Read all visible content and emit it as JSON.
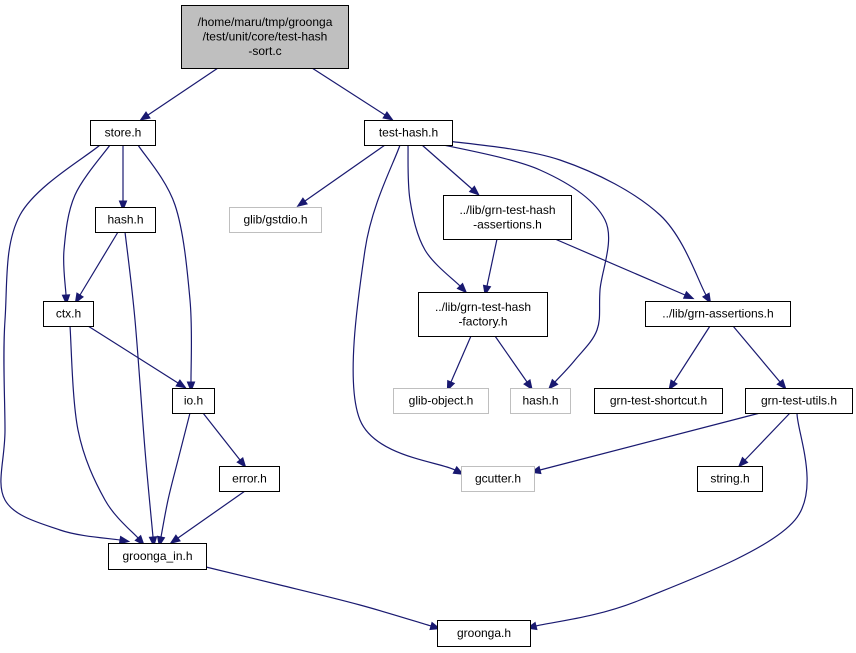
{
  "colors": {
    "background": "#ffffff",
    "edge": "#191970",
    "root_fill": "#bfbfbf",
    "node_border": "#000000",
    "external_border": "#bfbfbf",
    "text": "#000000"
  },
  "nodes": {
    "root": {
      "lines": [
        "/home/maru/tmp/groonga",
        "/test/unit/core/test-hash",
        "-sort.c"
      ],
      "style": "root"
    },
    "store_h": {
      "lines": [
        "store.h"
      ],
      "style": "normal"
    },
    "test_hash_h": {
      "lines": [
        "test-hash.h"
      ],
      "style": "normal"
    },
    "hash_h_left": {
      "lines": [
        "hash.h"
      ],
      "style": "normal"
    },
    "glib_gstdio_h": {
      "lines": [
        "glib/gstdio.h"
      ],
      "style": "external"
    },
    "grn_test_hash_assertions_h": {
      "lines": [
        "../lib/grn-test-hash",
        "-assertions.h"
      ],
      "style": "normal"
    },
    "ctx_h": {
      "lines": [
        "ctx.h"
      ],
      "style": "normal"
    },
    "grn_test_hash_factory_h": {
      "lines": [
        "../lib/grn-test-hash",
        "-factory.h"
      ],
      "style": "normal"
    },
    "grn_assertions_h": {
      "lines": [
        "../lib/grn-assertions.h"
      ],
      "style": "normal"
    },
    "io_h": {
      "lines": [
        "io.h"
      ],
      "style": "normal"
    },
    "glib_object_h": {
      "lines": [
        "glib-object.h"
      ],
      "style": "external"
    },
    "hash_h_right": {
      "lines": [
        "hash.h"
      ],
      "style": "external"
    },
    "grn_test_shortcut_h": {
      "lines": [
        "grn-test-shortcut.h"
      ],
      "style": "normal"
    },
    "grn_test_utils_h": {
      "lines": [
        "grn-test-utils.h"
      ],
      "style": "normal"
    },
    "error_h": {
      "lines": [
        "error.h"
      ],
      "style": "normal"
    },
    "gcutter_h": {
      "lines": [
        "gcutter.h"
      ],
      "style": "external"
    },
    "string_h": {
      "lines": [
        "string.h"
      ],
      "style": "normal"
    },
    "groonga_in_h": {
      "lines": [
        "groonga_in.h"
      ],
      "style": "normal"
    },
    "groonga_h": {
      "lines": [
        "groonga.h"
      ],
      "style": "normal"
    }
  },
  "edges": [
    [
      "root",
      "store_h"
    ],
    [
      "root",
      "test_hash_h"
    ],
    [
      "store_h",
      "hash_h_left"
    ],
    [
      "store_h",
      "ctx_h"
    ],
    [
      "store_h",
      "io_h"
    ],
    [
      "store_h",
      "groonga_in_h"
    ],
    [
      "hash_h_left",
      "ctx_h"
    ],
    [
      "hash_h_left",
      "groonga_in_h"
    ],
    [
      "ctx_h",
      "io_h"
    ],
    [
      "ctx_h",
      "groonga_in_h"
    ],
    [
      "io_h",
      "error_h"
    ],
    [
      "io_h",
      "groonga_in_h"
    ],
    [
      "error_h",
      "groonga_in_h"
    ],
    [
      "groonga_in_h",
      "groonga_h"
    ],
    [
      "test_hash_h",
      "glib_gstdio_h"
    ],
    [
      "test_hash_h",
      "grn_test_hash_assertions_h"
    ],
    [
      "test_hash_h",
      "grn_test_hash_factory_h"
    ],
    [
      "test_hash_h",
      "grn_assertions_h"
    ],
    [
      "test_hash_h",
      "hash_h_right"
    ],
    [
      "test_hash_h",
      "gcutter_h"
    ],
    [
      "grn_test_hash_assertions_h",
      "grn_test_hash_factory_h"
    ],
    [
      "grn_test_hash_assertions_h",
      "grn_assertions_h"
    ],
    [
      "grn_test_hash_factory_h",
      "glib_object_h"
    ],
    [
      "grn_test_hash_factory_h",
      "hash_h_right"
    ],
    [
      "grn_assertions_h",
      "grn_test_shortcut_h"
    ],
    [
      "grn_assertions_h",
      "grn_test_utils_h"
    ],
    [
      "grn_test_utils_h",
      "gcutter_h"
    ],
    [
      "grn_test_utils_h",
      "string_h"
    ],
    [
      "grn_test_utils_h",
      "groonga_h"
    ]
  ]
}
